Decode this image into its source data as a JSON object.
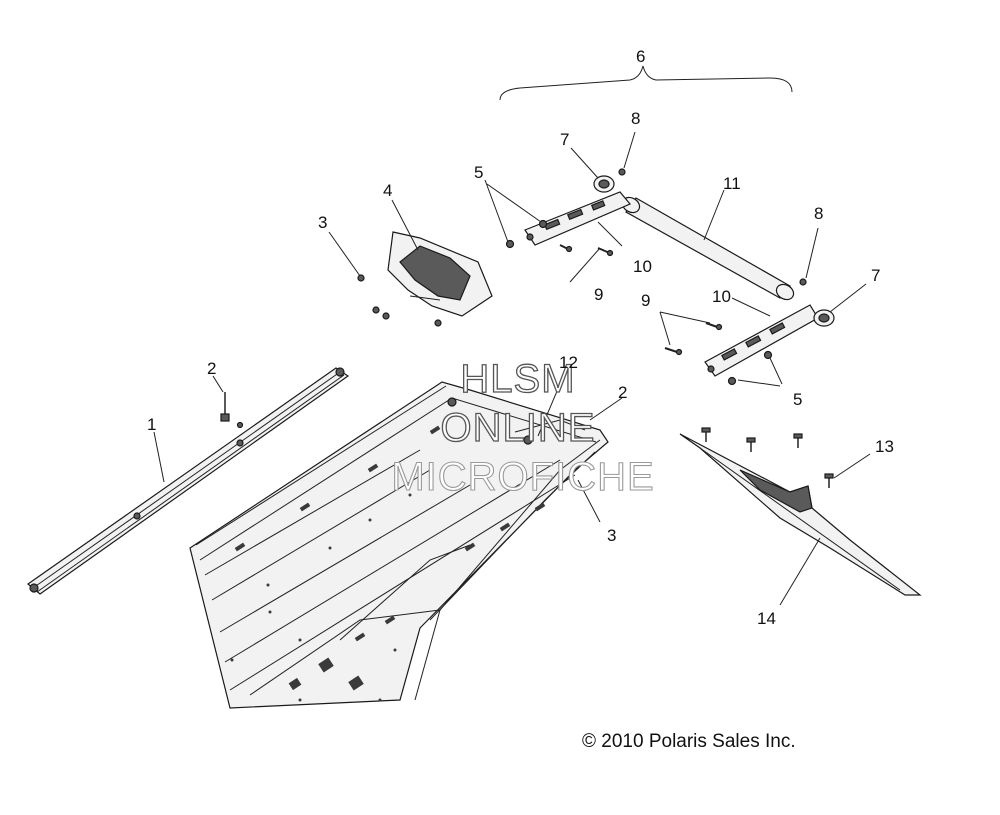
{
  "diagram": {
    "callouts": {
      "c1": "1",
      "c2a": "2",
      "c2b": "2",
      "c3a": "3",
      "c3b": "3",
      "c4": "4",
      "c5a": "5",
      "c5b": "5",
      "c6": "6",
      "c7a": "7",
      "c7b": "7",
      "c8a": "8",
      "c8b": "8",
      "c9a": "9",
      "c9b": "9",
      "c10a": "10",
      "c10b": "10",
      "c11": "11",
      "c12": "12",
      "c13": "13",
      "c14": "14"
    },
    "watermark": {
      "line1": "HLSM",
      "line2": "ONLINE",
      "line3": "MICROFICHE"
    },
    "copyright": "© 2010 Polaris Sales Inc."
  }
}
